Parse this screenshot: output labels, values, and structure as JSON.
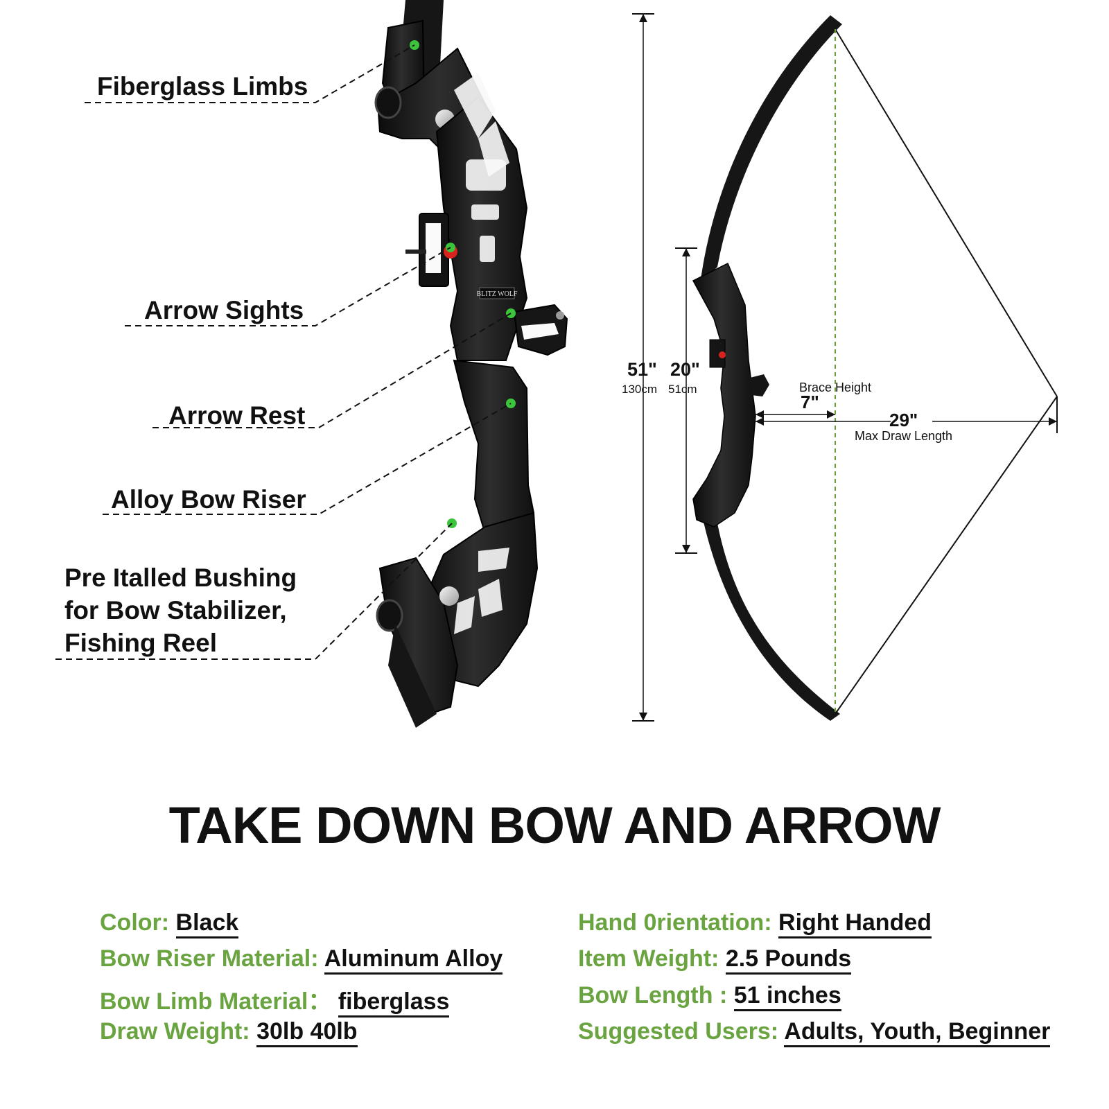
{
  "callouts": {
    "limbs": "Fiberglass Limbs",
    "sights": "Arrow Sights",
    "rest": "Arrow Rest",
    "riser": "Alloy Bow Riser",
    "bushing": [
      "Pre Italled Bushing",
      "for Bow Stabilizer,",
      "Fishing Reel"
    ]
  },
  "brand_mark": "BLITZ WOLF",
  "dimensions": {
    "length_in": "51\"",
    "length_cm": "130cm",
    "riser_in": "20\"",
    "riser_cm": "51cm",
    "brace_label": "Brace Height",
    "brace_in": "7\"",
    "draw_in": "29\"",
    "draw_label": "Max Draw Length"
  },
  "headline": "TAKE DOWN BOW AND ARROW",
  "specs_left": [
    {
      "label": "Color:",
      "value": "Black"
    },
    {
      "label": "Bow Riser Material:",
      "value": "Aluminum Alloy"
    },
    {
      "label": "Bow Limb Material：",
      "value": "fiberglass"
    },
    {
      "label": "Draw Weight:",
      "value": "30lb 40lb"
    }
  ],
  "specs_right": [
    {
      "label": "Hand 0rientation:",
      "value": "Right Handed"
    },
    {
      "label": "Item Weight:",
      "value": "2.5 Pounds"
    },
    {
      "label": "Bow Length :",
      "value": "51 inches"
    },
    {
      "label": "Suggested Users:",
      "value": "Adults, Youth, Beginner"
    }
  ],
  "colors": {
    "label_green": "#6aa441",
    "marker_green": "#3cc43c",
    "bow_black": "#1b1b1b",
    "guide_green": "#6b9e3a"
  }
}
